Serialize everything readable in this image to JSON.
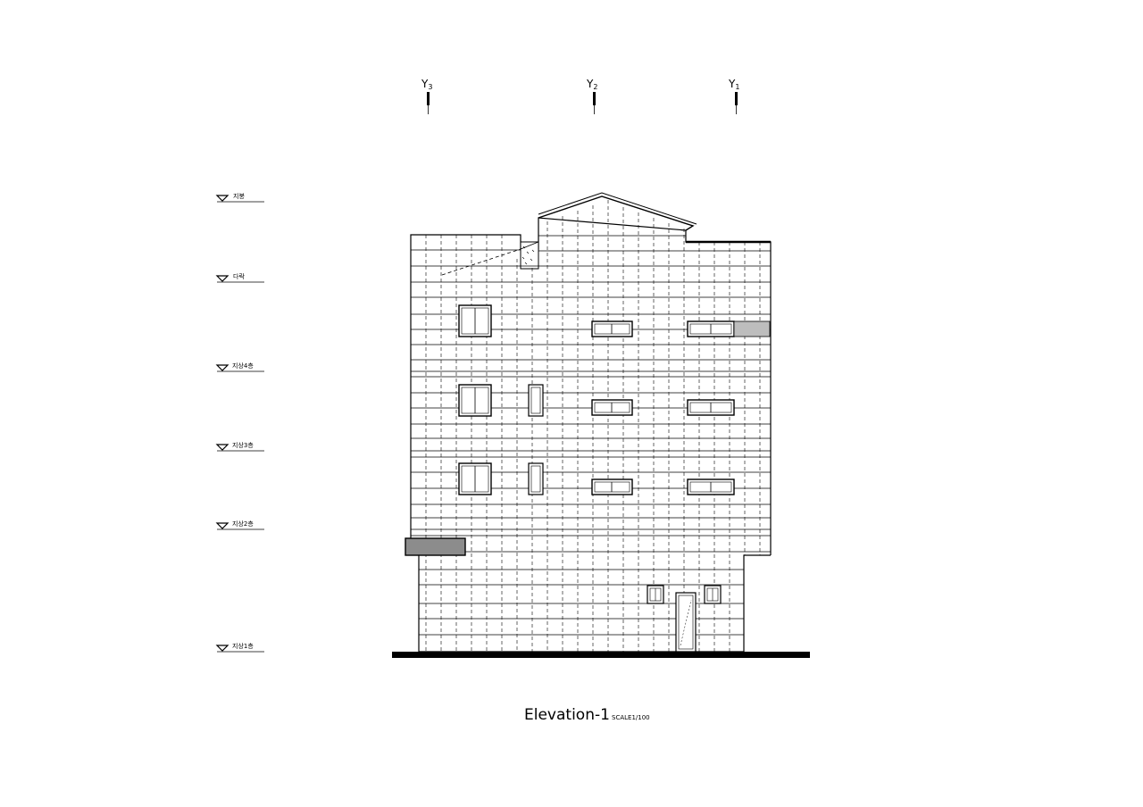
{
  "drawing": {
    "title": "Elevation-1",
    "scale": "SCALE1/100",
    "grid_axes": [
      {
        "letter": "Y",
        "sub": "3"
      },
      {
        "letter": "Y",
        "sub": "2"
      },
      {
        "letter": "Y",
        "sub": "1"
      }
    ],
    "levels": [
      "지붕",
      "다락",
      "지상4층",
      "지상3층",
      "지상2층",
      "지상1층"
    ],
    "colors": {
      "line": "#000000",
      "panel_fill": "#8c8c8c",
      "side_fill": "#bdbdbd",
      "background": "#ffffff"
    }
  }
}
